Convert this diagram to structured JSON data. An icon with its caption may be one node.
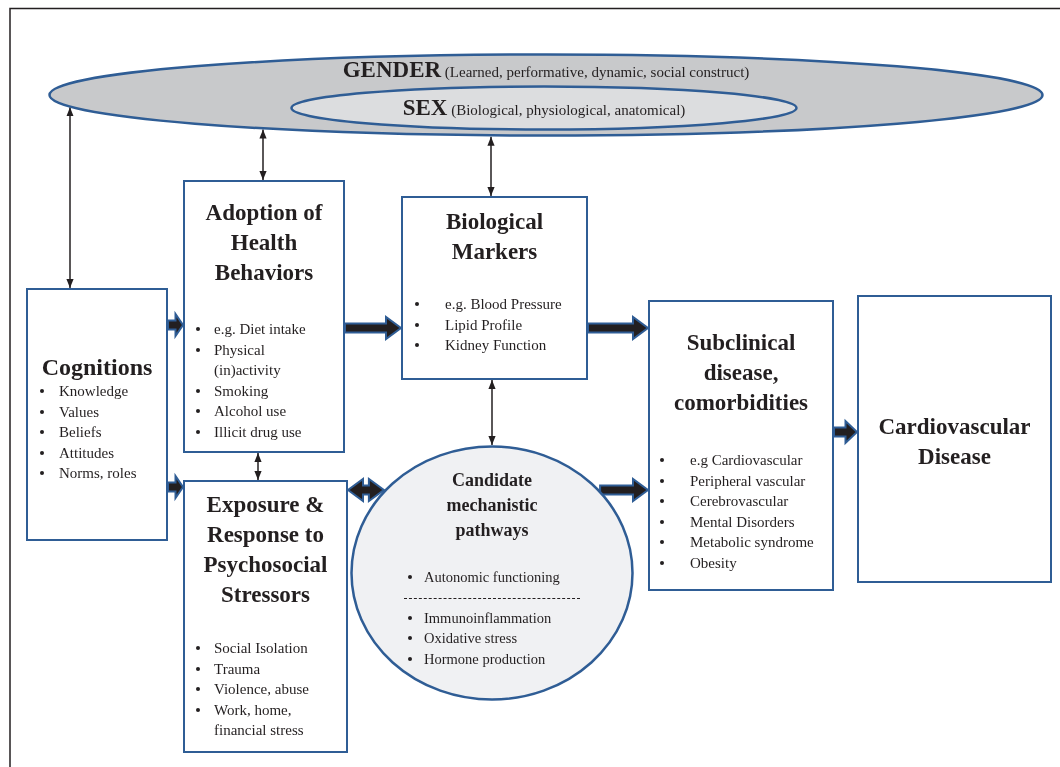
{
  "diagram": {
    "nodes": [
      {
        "text": [
          "**GENDER** (Learned, performative, dynamic, social construct)"
        ]
      },
      {
        "text": [
          "**SEX** (Biological, physiological, anatomical)"
        ],
        "in": 0
      },
      {
        "text": [
          "Cognitions",
          "Knowledge",
          "Values",
          "Beliefs",
          "Attitudes",
          "Norms, roles"
        ]
      },
      {
        "text": [
          "Adoption of Health Behaviors",
          "e.g. Diet intake",
          "Physical (in)activity",
          "Smoking",
          "Alcohol use",
          "Illicit drug use"
        ]
      },
      {
        "text": [
          "Biological Markers",
          "e.g. Blood Pressure",
          "Lipid Profile",
          "Kidney Function"
        ]
      },
      {
        "text": [
          "Exposure & Response to Psychosocial Stressors",
          "Social Isolation",
          "Trauma",
          "Violence, abuse",
          "Work, home, financial stress"
        ]
      },
      {
        "text": [
          "Candidate mechanistic pathways",
          "Autonomic functioning",
          "Immunoinflammation",
          "Oxidative stress",
          "Hormone production"
        ]
      },
      {
        "text": [
          "Subclinical disease, comorbidities",
          "e.g Cardiovascular",
          "Peripheral vascular",
          "Cerebrovascular",
          "Mental Disorders",
          "Metabolic syndrome",
          "Obesity"
        ]
      },
      {
        "text": [
          "Cardiovascular Disease"
        ]
      }
    ],
    "edges": [
      {
        "from": 0,
        "to": 2,
        "arrow": "both"
      },
      {
        "from": 0,
        "to": 3,
        "arrow": "both"
      },
      {
        "from": 0,
        "to": 4,
        "arrow": "both"
      },
      {
        "from": 4,
        "to": 6,
        "arrow": "both"
      },
      {
        "from": 3,
        "to": 5,
        "arrow": "both"
      },
      {
        "from": 2,
        "to": 3,
        "arrow": "to",
        "style": "thick"
      },
      {
        "from": 2,
        "to": 5,
        "arrow": "to",
        "style": "thick"
      },
      {
        "from": 3,
        "to": 4,
        "arrow": "to",
        "style": "thick"
      },
      {
        "from": 5,
        "to": 6,
        "arrow": "both",
        "style": "thick"
      },
      {
        "from": 4,
        "to": 7,
        "arrow": "to",
        "style": "thick"
      },
      {
        "from": 6,
        "to": 7,
        "arrow": "to",
        "style": "thick"
      },
      {
        "from": 7,
        "to": 8,
        "arrow": "to",
        "style": "thick"
      }
    ]
  }
}
